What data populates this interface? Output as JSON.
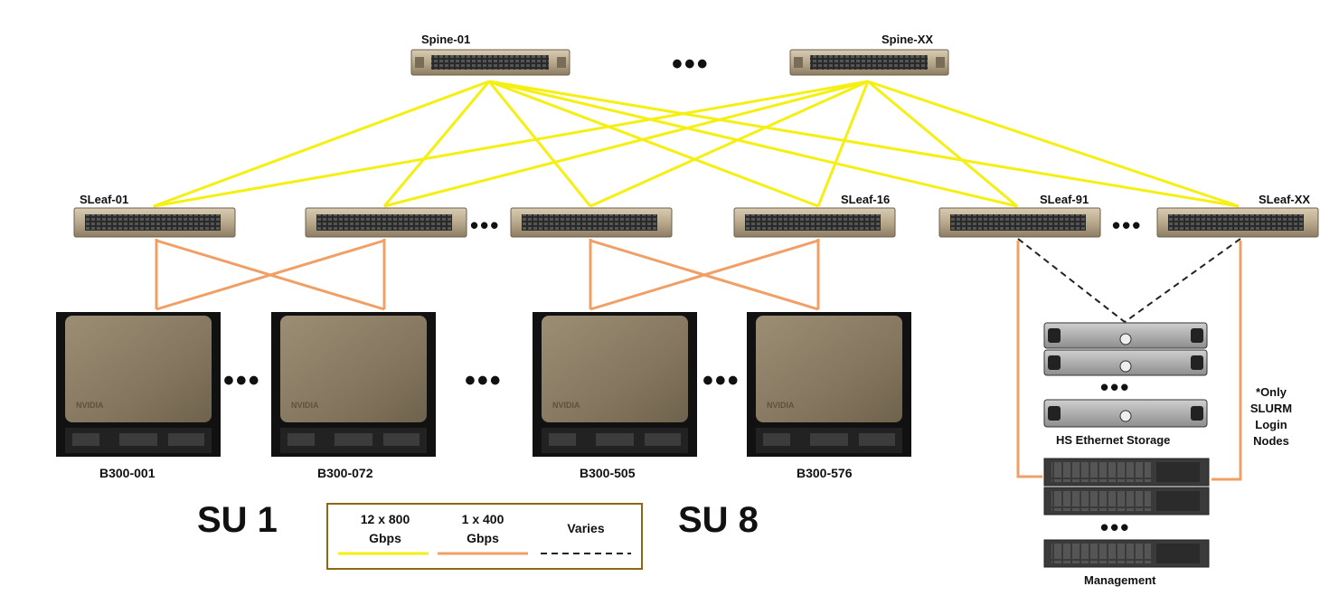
{
  "colors": {
    "link_800g": "#f5ef12",
    "link_400g": "#f0a066",
    "link_varies": "#222222",
    "switch_body": "#c4b69b",
    "gpu_top": "#8f8069",
    "legend_border": "#8b6a14"
  },
  "spines": [
    {
      "label": "Spine-01"
    },
    {
      "label": "Spine-XX"
    }
  ],
  "leaves": [
    {
      "label": "SLeaf-01"
    },
    {
      "label": ""
    },
    {
      "label": ""
    },
    {
      "label": "SLeaf-16"
    },
    {
      "label": "SLeaf-91"
    },
    {
      "label": "SLeaf-XX"
    }
  ],
  "servers": [
    {
      "label": "B300-001"
    },
    {
      "label": "B300-072"
    },
    {
      "label": "B300-505"
    },
    {
      "label": "B300-576"
    }
  ],
  "gpu_brand": "NVIDIA",
  "scalable_units": [
    {
      "label": "SU 1"
    },
    {
      "label": "SU 8"
    }
  ],
  "ellipsis": "•••",
  "storage": {
    "label": "HS Ethernet Storage"
  },
  "management": {
    "label": "Management"
  },
  "login_note": [
    "*Only",
    "SLURM",
    "Login",
    "Nodes"
  ],
  "legend": {
    "items": [
      {
        "line1": "12 x 800",
        "line2": "Gbps",
        "style": "solid",
        "color_key": "link_800g"
      },
      {
        "line1": "1 x 400",
        "line2": "Gbps",
        "style": "solid",
        "color_key": "link_400g"
      },
      {
        "line1": "Varies",
        "line2": "",
        "style": "dashed",
        "color_key": "link_varies"
      }
    ]
  }
}
